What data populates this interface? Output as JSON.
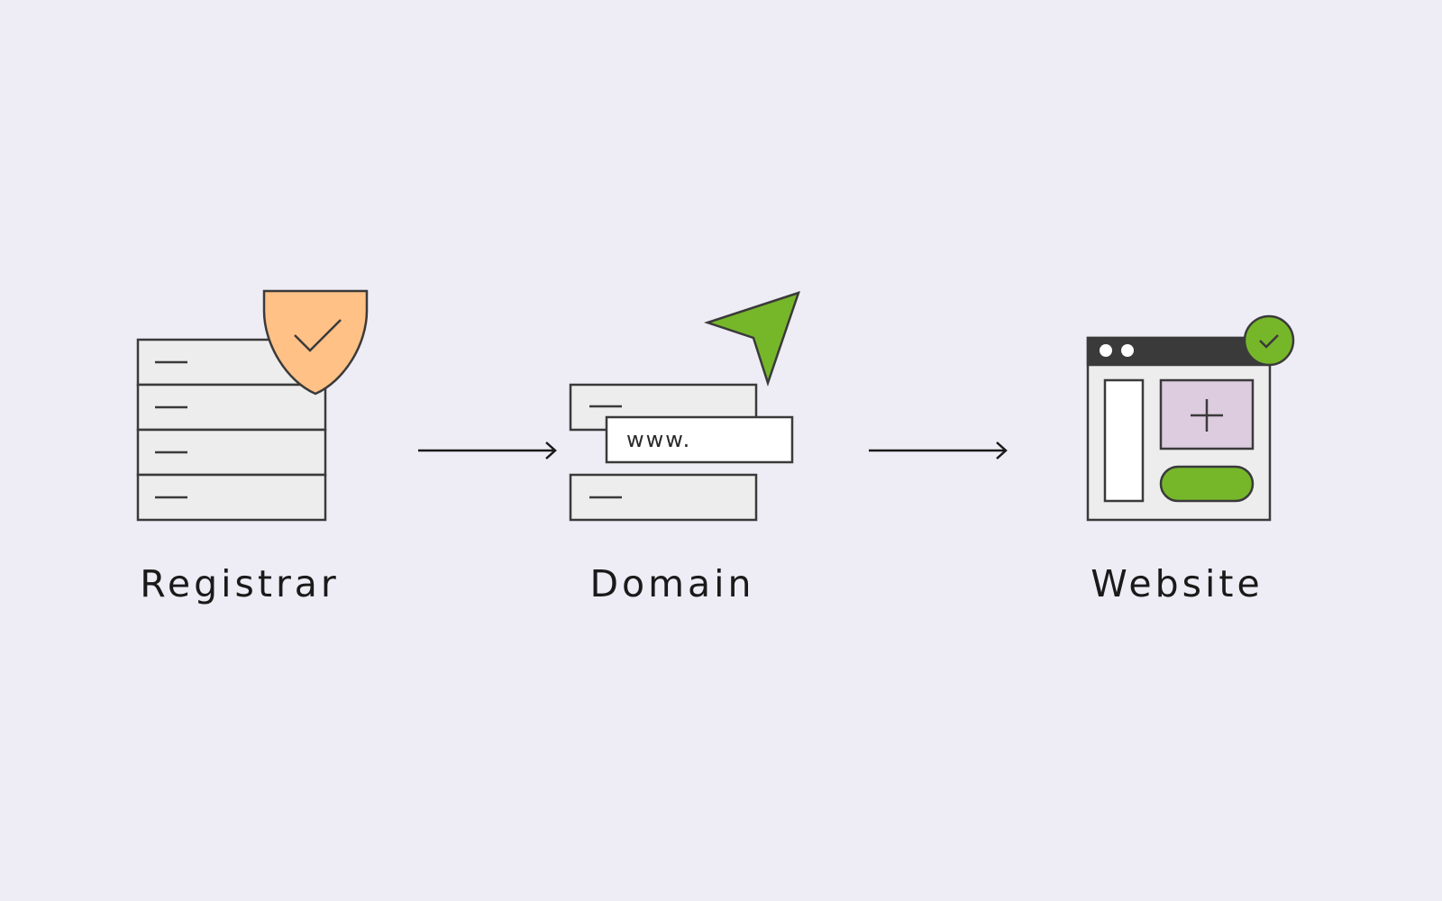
{
  "steps": [
    {
      "label": "Registrar",
      "icon": "server-shield-icon"
    },
    {
      "label": "Domain",
      "icon": "domain-pointer-icon",
      "field_text": "www."
    },
    {
      "label": "Website",
      "icon": "browser-window-icon"
    }
  ],
  "colors": {
    "background": "#EEECF5",
    "outline": "#3A3A3A",
    "shield": "#FFC186",
    "accent_green": "#76B72A",
    "panel": "#EDEDED",
    "image_placeholder": "#DDCBE0"
  }
}
